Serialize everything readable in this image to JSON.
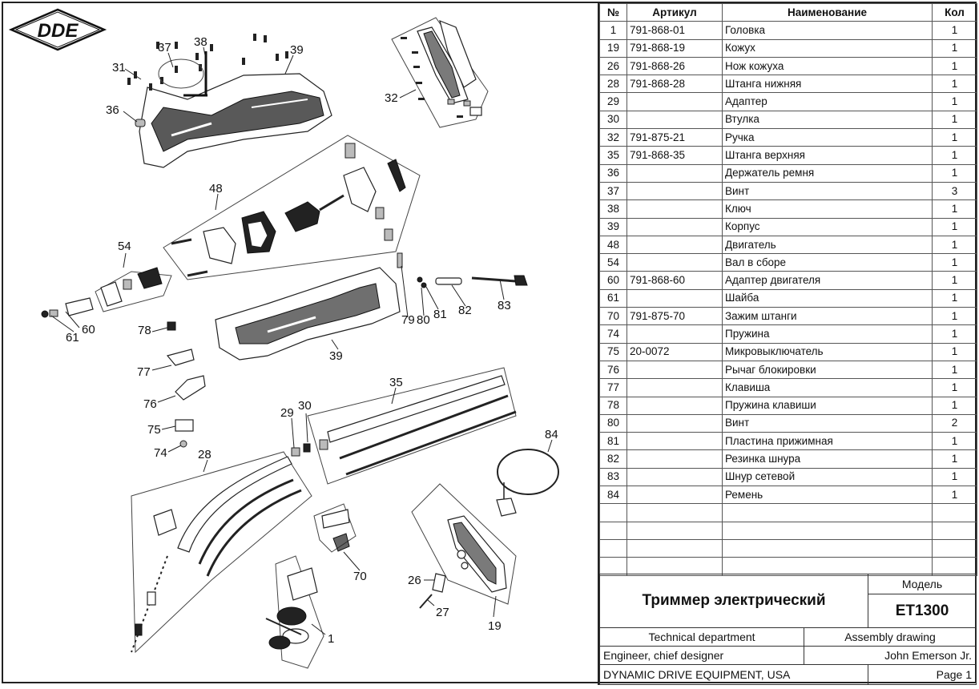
{
  "logo": {
    "text": "DDE"
  },
  "table": {
    "headers": {
      "num": "№",
      "article": "Артикул",
      "name": "Наименование",
      "qty": "Кол"
    },
    "rows": [
      {
        "num": "1",
        "article": "791-868-01",
        "name": "Головка",
        "qty": "1"
      },
      {
        "num": "19",
        "article": "791-868-19",
        "name": "Кожух",
        "qty": "1"
      },
      {
        "num": "26",
        "article": "791-868-26",
        "name": "Нож кожуха",
        "qty": "1"
      },
      {
        "num": "28",
        "article": "791-868-28",
        "name": "Штанга нижняя",
        "qty": "1"
      },
      {
        "num": "29",
        "article": "",
        "name": "Адаптер",
        "qty": "1"
      },
      {
        "num": "30",
        "article": "",
        "name": "Втулка",
        "qty": "1"
      },
      {
        "num": "32",
        "article": "791-875-21",
        "name": "Ручка",
        "qty": "1"
      },
      {
        "num": "35",
        "article": "791-868-35",
        "name": "Штанга верхняя",
        "qty": "1"
      },
      {
        "num": "36",
        "article": "",
        "name": "Держатель ремня",
        "qty": "1"
      },
      {
        "num": "37",
        "article": "",
        "name": "Винт",
        "qty": "3"
      },
      {
        "num": "38",
        "article": "",
        "name": "Ключ",
        "qty": "1"
      },
      {
        "num": "39",
        "article": "",
        "name": "Корпус",
        "qty": "1"
      },
      {
        "num": "48",
        "article": "",
        "name": "Двигатель",
        "qty": "1"
      },
      {
        "num": "54",
        "article": "",
        "name": "Вал в сборе",
        "qty": "1"
      },
      {
        "num": "60",
        "article": "791-868-60",
        "name": "Адаптер двигателя",
        "qty": "1"
      },
      {
        "num": "61",
        "article": "",
        "name": "Шайба",
        "qty": "1"
      },
      {
        "num": "70",
        "article": "791-875-70",
        "name": "Зажим штанги",
        "qty": "1"
      },
      {
        "num": "74",
        "article": "",
        "name": "Пружина",
        "qty": "1"
      },
      {
        "num": "75",
        "article": "20-0072",
        "name": "Микровыключатель",
        "qty": "1"
      },
      {
        "num": "76",
        "article": "",
        "name": "Рычаг блокировки",
        "qty": "1"
      },
      {
        "num": "77",
        "article": "",
        "name": "Клавиша",
        "qty": "1"
      },
      {
        "num": "78",
        "article": "",
        "name": "Пружина клавиши",
        "qty": "1"
      },
      {
        "num": "80",
        "article": "",
        "name": "Винт",
        "qty": "2"
      },
      {
        "num": "81",
        "article": "",
        "name": "Пластина прижимная",
        "qty": "1"
      },
      {
        "num": "82",
        "article": "",
        "name": "Резинка шнура",
        "qty": "1"
      },
      {
        "num": "83",
        "article": "",
        "name": "Шнур сетевой",
        "qty": "1"
      },
      {
        "num": "84",
        "article": "",
        "name": "Ремень",
        "qty": "1"
      },
      {
        "num": "",
        "article": "",
        "name": "",
        "qty": ""
      },
      {
        "num": "",
        "article": "",
        "name": "",
        "qty": ""
      },
      {
        "num": "",
        "article": "",
        "name": "",
        "qty": ""
      },
      {
        "num": "",
        "article": "",
        "name": "",
        "qty": ""
      }
    ]
  },
  "title_block": {
    "product": "Триммер электрический",
    "model_label": "Модель",
    "model": "ET1300",
    "department": "Technical department",
    "drawing_type": "Assembly drawing",
    "role": "Engineer, chief designer",
    "engineer": "John Emerson Jr.",
    "company": "DYNAMIC DRIVE EQUIPMENT, USA",
    "page": "Page 1"
  },
  "callouts": [
    "1",
    "19",
    "26",
    "27",
    "28",
    "29",
    "30",
    "31",
    "32",
    "35",
    "36",
    "37",
    "38",
    "39",
    "39",
    "48",
    "54",
    "60",
    "61",
    "70",
    "74",
    "75",
    "76",
    "77",
    "78",
    "79",
    "80",
    "81",
    "82",
    "83",
    "84"
  ]
}
